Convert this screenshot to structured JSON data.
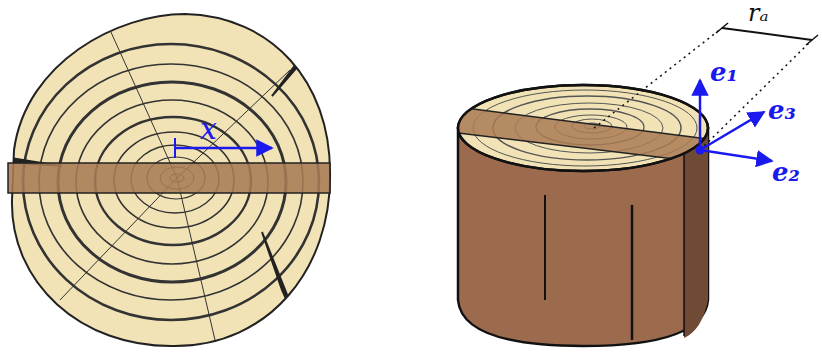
{
  "diagram": {
    "labels": [
      "x",
      "rₐ",
      "e₁",
      "e₃",
      "e₂"
    ]
  }
}
